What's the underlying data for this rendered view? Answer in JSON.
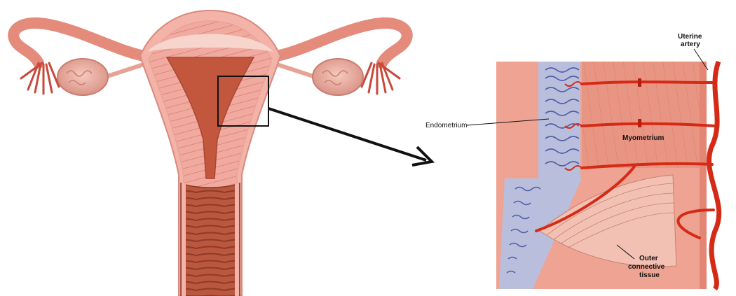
{
  "labels": {
    "endometrium": "Endometrium",
    "myometrium": "Myometrium",
    "uterine_artery_line1": "Uterine",
    "uterine_artery_line2": "artery",
    "outer_line1": "Outer",
    "outer_line2": "connective",
    "outer_line3": "tissue"
  }
}
